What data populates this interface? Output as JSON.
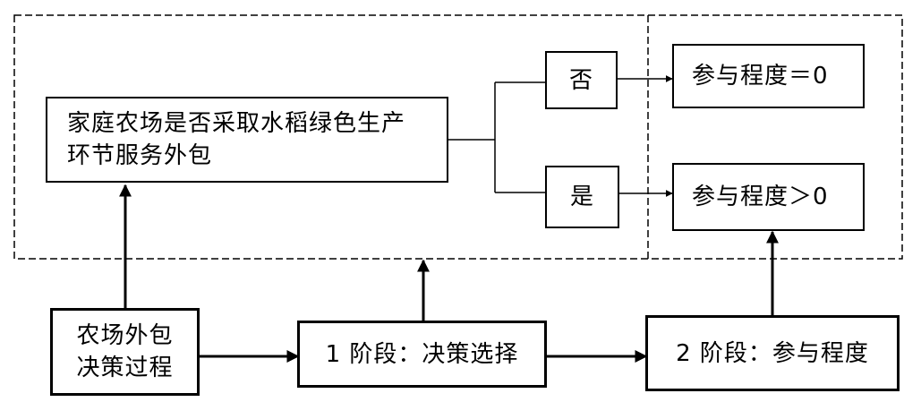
{
  "nodes": {
    "main_question": "家庭农场是否采取水稻绿色生产\n环节服务外包",
    "answer_no": "否",
    "answer_yes": "是",
    "result_zero": "参与程度＝0",
    "result_positive": "参与程度＞0",
    "process": "农场外包\n决策过程",
    "stage1": "1 阶段：决策选择",
    "stage2": "2 阶段：参与程度"
  },
  "colors": {
    "stroke": "#000000",
    "dash": "#000000",
    "background": "#ffffff"
  }
}
